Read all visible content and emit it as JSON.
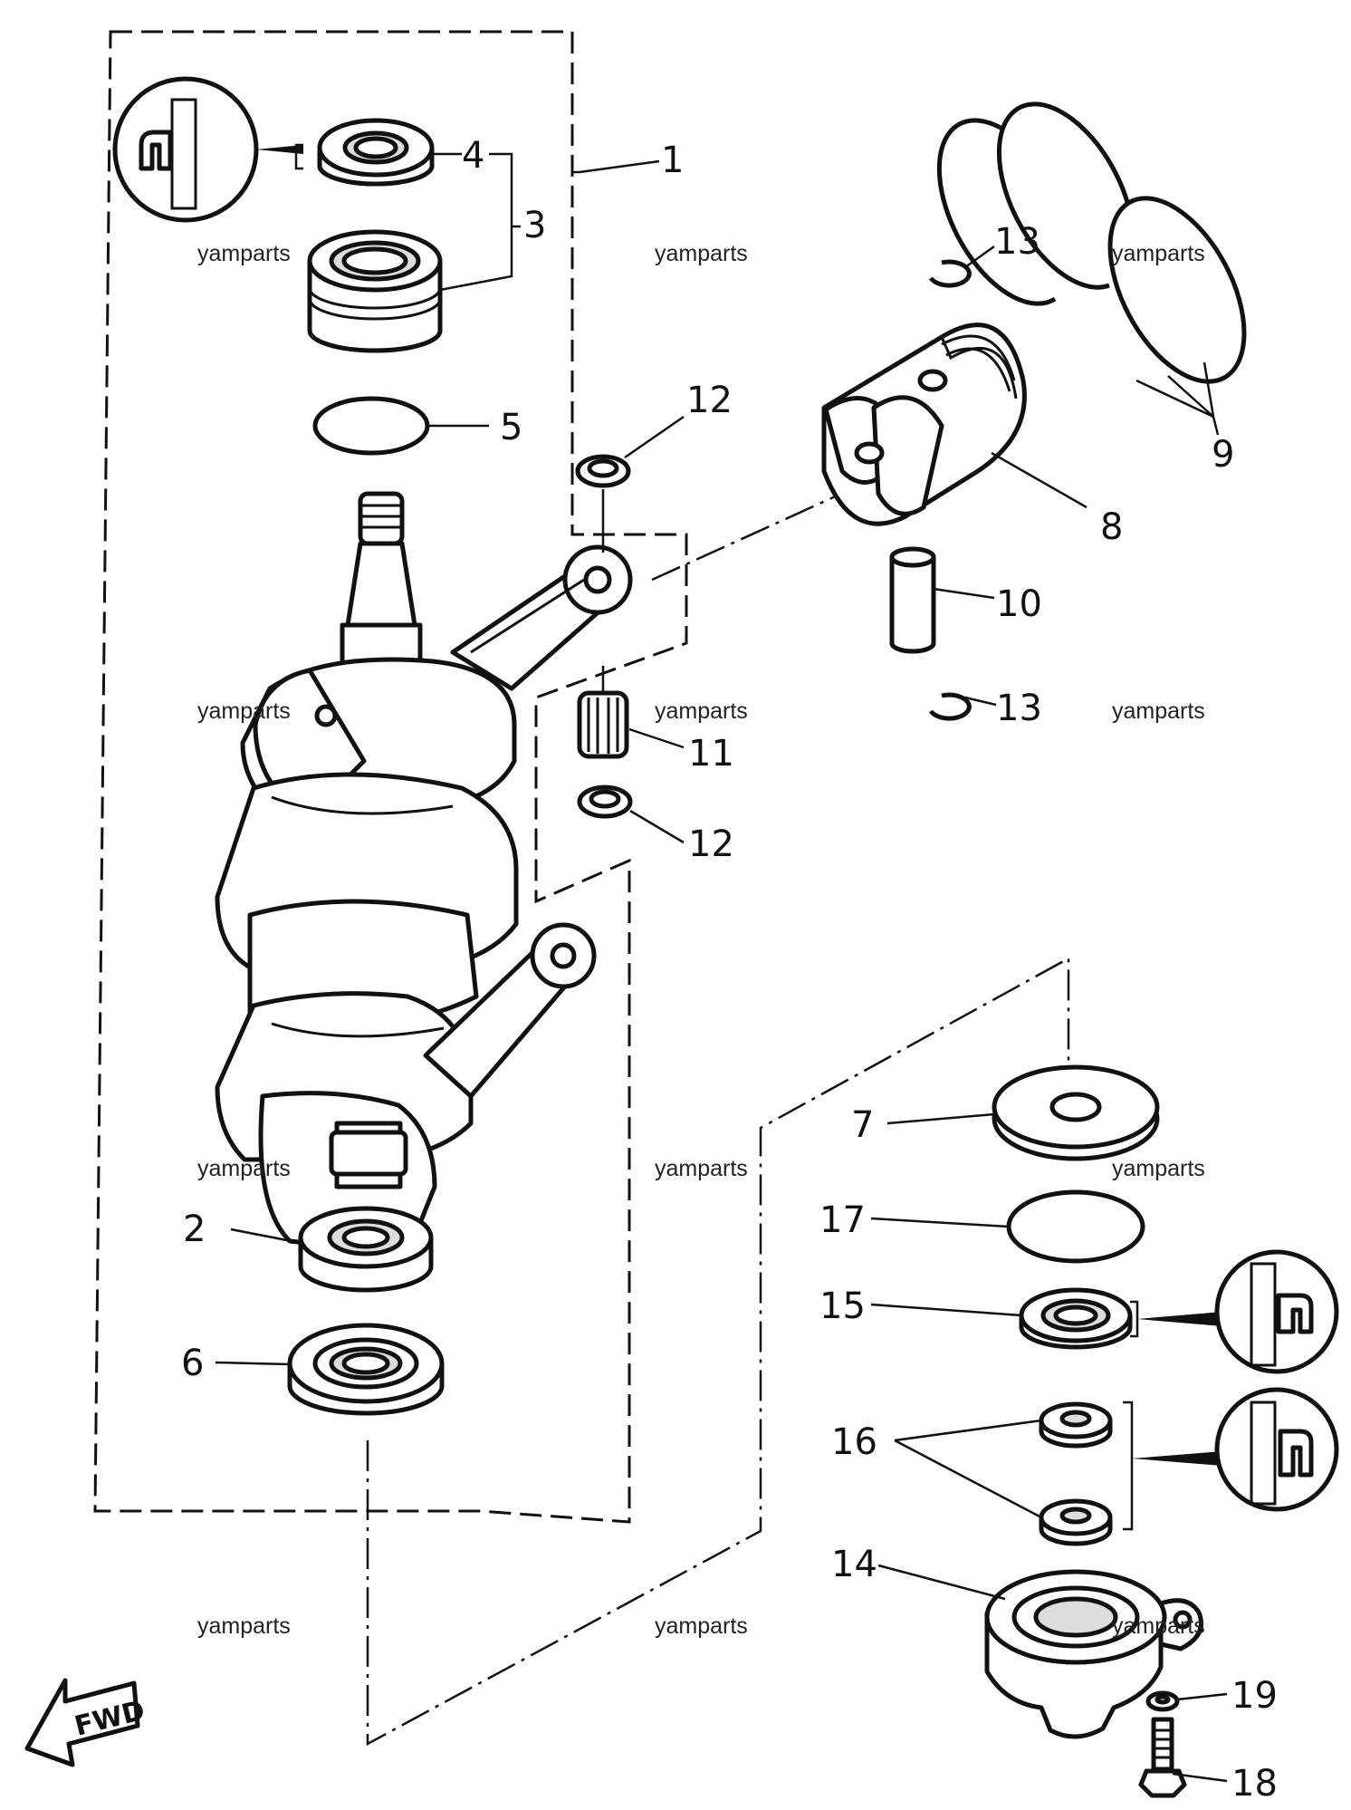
{
  "callouts": {
    "c1": "1",
    "c2": "2",
    "c3": "3",
    "c4": "4",
    "c5": "5",
    "c6": "6",
    "c7": "7",
    "c8": "8",
    "c9": "9",
    "c10": "10",
    "c11": "11",
    "c12a": "12",
    "c12b": "12",
    "c13a": "13",
    "c13b": "13",
    "c14": "14",
    "c15": "15",
    "c16": "16",
    "c17": "17",
    "c18": "18",
    "c19": "19"
  },
  "watermark": "yamparts",
  "fwd_label": "FWD",
  "icons": [
    "crankshaft-assembly",
    "oil-seal",
    "bearing",
    "o-ring",
    "piston",
    "piston-ring",
    "piston-pin",
    "circlip",
    "needle-bearing",
    "thrust-washer",
    "seal-housing",
    "washer",
    "bolt",
    "fwd-arrow",
    "seal-lip-detail"
  ]
}
